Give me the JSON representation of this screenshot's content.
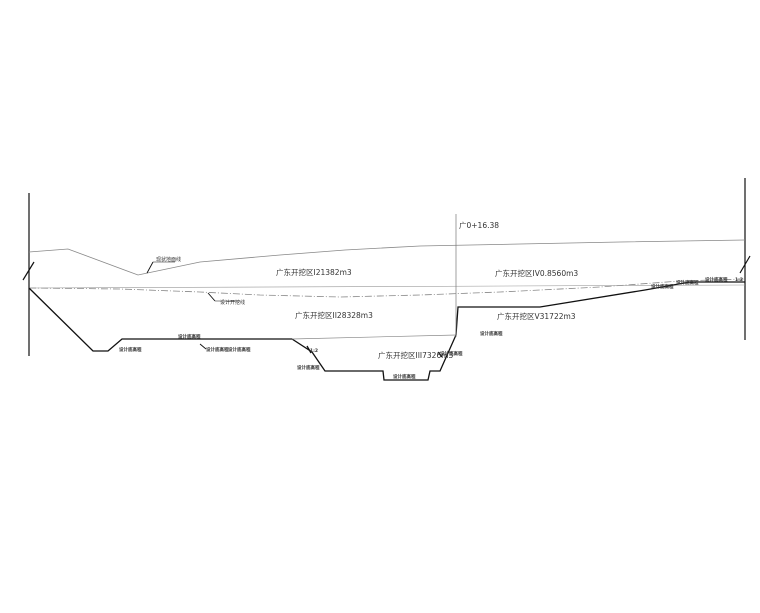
{
  "drawing": {
    "chainage_label": "广0+16.38",
    "zone_labels": [
      "广东开挖区I21382m3",
      "广东开挖区II28328m3",
      "广东开挖区III7326m3",
      "广东开挖区IV0.8560m3",
      "广东开挖区V31722m3"
    ],
    "small_annotations": [
      "现状地面线",
      "设计开挖线",
      "设计底高程",
      "设计底高程",
      "设计底高程",
      "设计底高程",
      "设计底高程",
      "设计底高程",
      "设计底高程",
      "设计底高程",
      "设计底高程",
      "设计底高程",
      "设计底高程",
      "1:2",
      "1:2"
    ],
    "line_color": "#111111",
    "ground_line_color": "#888888"
  }
}
